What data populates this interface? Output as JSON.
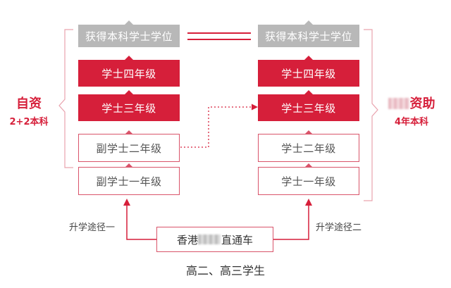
{
  "left_column": {
    "boxes": [
      {
        "label": "获得本科学士学位",
        "style": "grey"
      },
      {
        "label": "学士四年级",
        "style": "red"
      },
      {
        "label": "学士三年级",
        "style": "red"
      },
      {
        "label": "副学士二年级",
        "style": "white"
      },
      {
        "label": "副学士一年级",
        "style": "white"
      }
    ]
  },
  "right_column": {
    "boxes": [
      {
        "label": "获得本科学士学位",
        "style": "grey"
      },
      {
        "label": "学士四年级",
        "style": "red"
      },
      {
        "label": "学士三年级",
        "style": "red"
      },
      {
        "label": "学士二年级",
        "style": "white"
      },
      {
        "label": "学士一年级",
        "style": "white"
      }
    ]
  },
  "left_side": {
    "title": "自资",
    "subtitle": "2+2本科"
  },
  "right_side": {
    "title": "资助",
    "subtitle": "4年本科"
  },
  "path_labels": {
    "one": "升学途径一",
    "two": "升学途径二"
  },
  "source": {
    "prefix": "香港",
    "suffix": "直通车"
  },
  "footer": "高二、高三学生",
  "colors": {
    "red": "#d61f3a",
    "pink_border": "#d9546a",
    "grey": "#b8b8b8",
    "bracket": "#e9a3ae"
  }
}
